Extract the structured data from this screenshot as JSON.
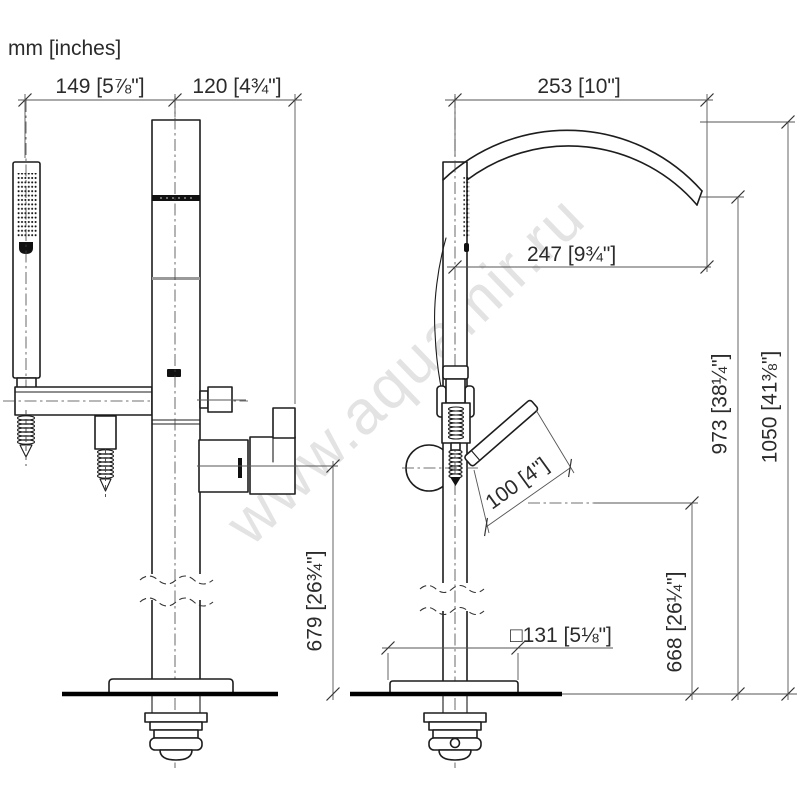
{
  "units_label": "mm [inches]",
  "watermark": "www.aquamir.ru",
  "front_view": {
    "dims": {
      "width_left": "149 [5⅞\"]",
      "width_right": "120 [4¾\"]",
      "height_to_lever": "679 [26¾\"]"
    }
  },
  "side_view": {
    "dims": {
      "spout_reach": "253 [10\"]",
      "outlet_reach": "247 [9¾\"]",
      "outlet_height": "973 [38¼\"]",
      "total_height": "1050 [41⅜\"]",
      "lever_length": "100 [4\"]",
      "lever_height": "668 [26¼\"]",
      "base_plate": "□131 [5⅛\"]"
    }
  }
}
